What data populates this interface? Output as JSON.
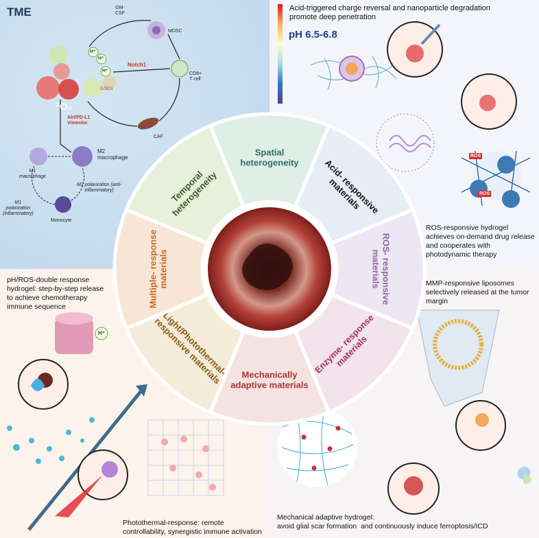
{
  "tme": {
    "title": "TME",
    "labels": {
      "gmcsf": "GM-\nCSF",
      "mdsc": "MDSC",
      "notch": "Notch1",
      "cd8": "CD8+\nT cell",
      "gscs": "GSCs",
      "akt": "Akt/PD-L1\nVimentin",
      "caf": "CAF",
      "m2": "M2\nmacrophage",
      "m1": "M1\nmacrophage",
      "m2pol": "M2 polarization (anti-\ninflammatory)",
      "m1pol": "M1\npolarization\n(inflammatory)",
      "monocyte": "Monocyte",
      "o2": "¹O₂",
      "hplus": "H⁺"
    }
  },
  "acid_panel": {
    "caption": "Acid-triggered charge reversal and nanoparticle degradation\npromote deep penetration",
    "ph_label": "pH 6.5-6.8",
    "colorbar": [
      "#d7191c",
      "#fdae61",
      "#ffffbf",
      "#abd9e9",
      "#2c7bb6",
      "#5e3c99"
    ]
  },
  "ros_panel": {
    "caption": "ROS-responsive hydrogel\nachieves on-demand drug release\nand cooperates with\nphotodynamic therapy",
    "ros_tag": "ROS"
  },
  "enzyme_panel": {
    "caption": "MMP-responsive liposomes\nselectively released at the tumor\nmargin"
  },
  "mech_panel": {
    "caption": "Mechanical adaptive hydrogel:\navoid glial scar formation  and continuously induce ferroptosis/ICD"
  },
  "light_panel": {
    "caption": "Photothermal-response: remote\ncontrollability, synergistic immune activation"
  },
  "multi_panel": {
    "caption": "pH/ROS-double response\nhydrogel: step-by-step release\nto achieve chemotherapy\nimmune sequence"
  },
  "wheel": {
    "sectors": [
      {
        "label": "Spatial\nheterogeneity",
        "color": "#dfeee6",
        "text_color": "#2f6f6a"
      },
      {
        "label": "Acid- responsive\nmaterials",
        "color": "#e6edf6",
        "text_color": "#111111"
      },
      {
        "label": "ROS- responsive\nmaterials",
        "color": "#ece7f2",
        "text_color": "#8a6aa8"
      },
      {
        "label": "Enzyme- response\nmaterials",
        "color": "#f3e3ea",
        "text_color": "#a0345f"
      },
      {
        "label": "Mechanically\nadaptive materials",
        "color": "#f5e3e2",
        "text_color": "#a6362f"
      },
      {
        "label": "Light/Photothermal-\nresponsive materials",
        "color": "#f4ecd9",
        "text_color": "#8a5a1a"
      },
      {
        "label": "Multiple- response\nmaterials",
        "color": "#f7e6d6",
        "text_color": "#c86a2a"
      },
      {
        "label": "Temporal\nheterogeneity",
        "color": "#e7f0dc",
        "text_color": "#3c5a24"
      }
    ]
  }
}
